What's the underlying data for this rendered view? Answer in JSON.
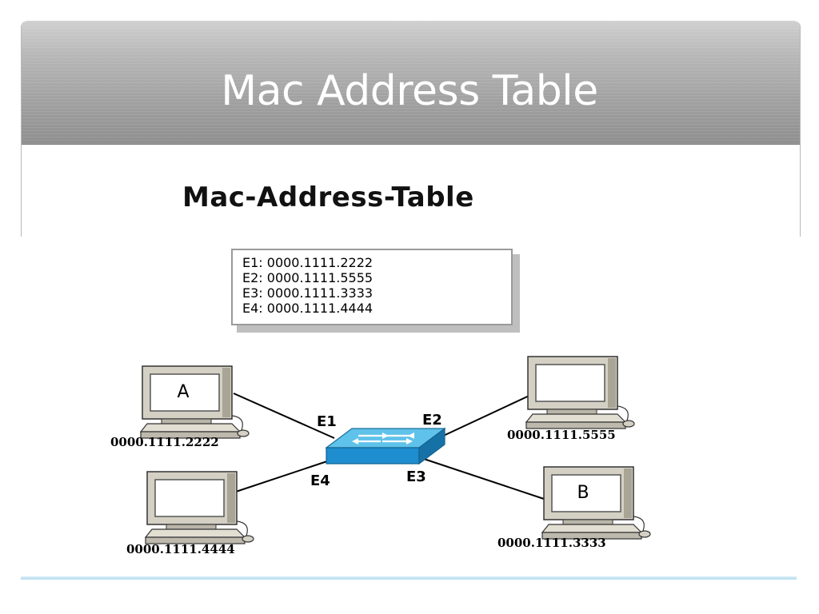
{
  "slide": {
    "title": "Mac Address Table"
  },
  "diagram": {
    "heading": "Mac-Address-Table",
    "mac_table": [
      "E1: 0000.1111.2222",
      "E2: 0000.1111.5555",
      "E3: 0000.1111.3333",
      "E4: 0000.1111.4444"
    ],
    "ports": {
      "e1": "E1",
      "e2": "E2",
      "e3": "E3",
      "e4": "E4"
    },
    "hosts": {
      "a": {
        "letter": "A",
        "mac": "0000.1111.2222"
      },
      "top_right": {
        "mac": "0000.1111.5555"
      },
      "bottom_left": {
        "mac": "0000.1111.4444"
      },
      "b": {
        "letter": "B",
        "mac": "0000.1111.3333"
      }
    }
  }
}
